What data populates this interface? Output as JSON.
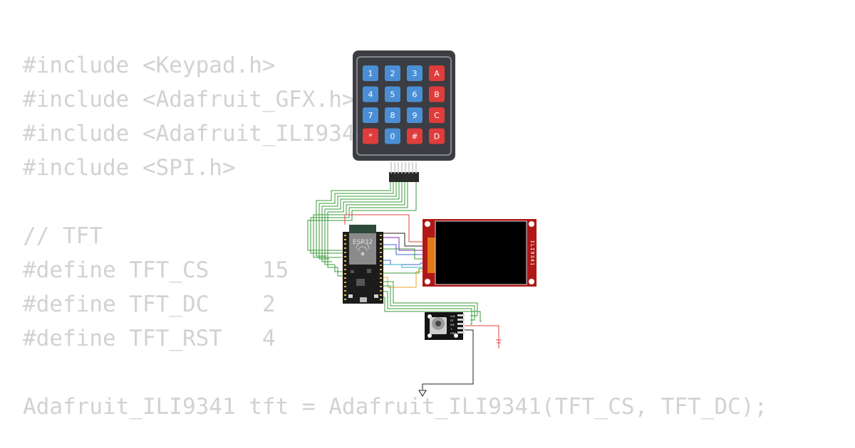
{
  "code_lines": [
    "#include <Keypad.h>",
    "#include <Adafruit_GFX.h>",
    "#include <Adafruit_ILI9341.h>",
    "#include <SPI.h>",
    "",
    "// TFT",
    "#define TFT_CS    15",
    "#define TFT_DC    2",
    "#define TFT_RST   4",
    "",
    "Adafruit_ILI9341 tft = Adafruit_ILI9341(TFT_CS, TFT_DC);"
  ],
  "keypad": {
    "keys": [
      [
        "1",
        "2",
        "3",
        "A"
      ],
      [
        "4",
        "5",
        "6",
        "B"
      ],
      [
        "7",
        "8",
        "9",
        "C"
      ],
      [
        "*",
        "0",
        "#",
        "D"
      ]
    ],
    "digit_color": "#4a8fd6",
    "symbol_color": "#e03c3c",
    "body_color": "#3b3d42"
  },
  "esp32": {
    "label": "ESP32"
  },
  "tft": {
    "label": "ILI9341"
  },
  "encoder": {
    "pins": [
      "CLK",
      "DT",
      "SW",
      "+",
      "GND"
    ]
  },
  "wire_colors": {
    "green": "#3a9a3a",
    "red": "#e04040",
    "black": "#222222",
    "purple": "#7a2aa8",
    "blue": "#3a6ad6",
    "orange": "#f0a030",
    "cyan": "#30b0c8"
  }
}
